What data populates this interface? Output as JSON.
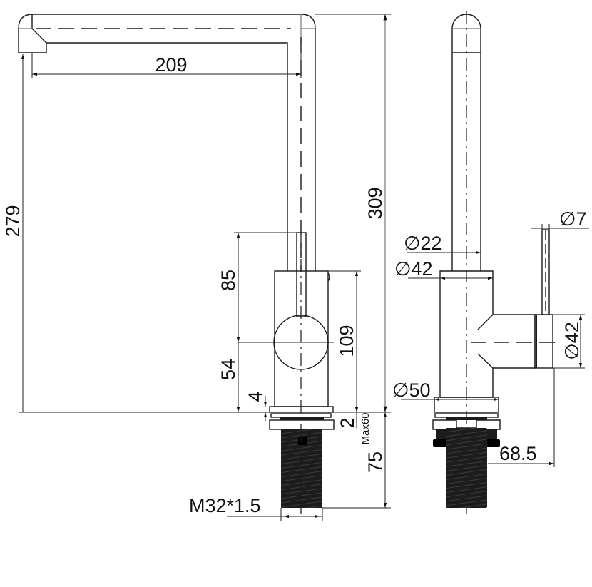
{
  "drawing": {
    "title": "Kitchen mixer tap dimension drawing",
    "units": "mm",
    "side_view": {
      "dimensions": {
        "spout_reach": "209",
        "spout_outlet_height": "279",
        "total_height": "309",
        "lever_height": "85",
        "lever_center_height": "54",
        "body_height": "109",
        "base_ring": "4",
        "gasket": "2",
        "max_deck_thickness": "Max60",
        "shank_length": "75",
        "thread_spec": "M32*1.5"
      }
    },
    "front_view": {
      "dimensions": {
        "spout_diameter": "∅22",
        "body_top_diameter": "∅42",
        "base_diameter": "∅50",
        "lever_diameter": "∅7",
        "handle_diameter": "∅42",
        "handle_projection": "68.5"
      }
    },
    "colors": {
      "line": "#1a1a1a",
      "thread_fill": "#1c1c1c",
      "background": "#ffffff"
    }
  }
}
